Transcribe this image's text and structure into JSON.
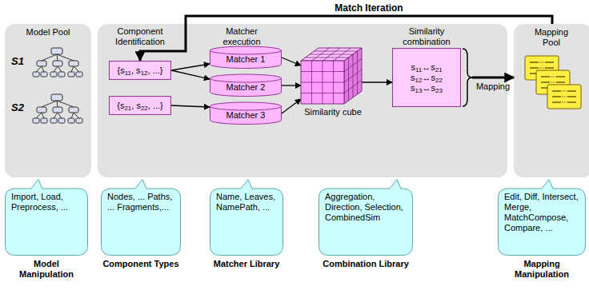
{
  "diagram": {
    "nodes": [
      {
        "text": [
          "Model Pool"
        ]
      },
      {
        "text": [
          "{s11, s12, ...}"
        ]
      },
      {
        "text": [
          "{s21, s22, ...}"
        ]
      },
      {
        "text": [
          "Matcher 1"
        ]
      },
      {
        "text": [
          "Matcher 2"
        ]
      },
      {
        "text": [
          "Matcher 3"
        ]
      },
      {
        "text": [
          "Similarity cube"
        ]
      },
      {
        "text": [
          "s11↔s21",
          "s12↔s22",
          "s13↔s23"
        ]
      },
      {
        "text": [
          "Mapping Pool"
        ]
      },
      {
        "text": [
          "Import, Load, Preprocess, ..."
        ]
      },
      {
        "text": [
          "Nodes, ... Paths, ... Fragments,..."
        ]
      },
      {
        "text": [
          "Name, Leaves, NamePath, ..."
        ]
      },
      {
        "text": [
          "Aggregation, Direction, Selection, CombinedSim"
        ]
      },
      {
        "text": [
          "Edit, Diff, Intersect, Merge, MatchCompose, Compare, ..."
        ]
      }
    ],
    "edges": [
      {
        "from": 1,
        "to": 3,
        "arrow": "to"
      },
      {
        "from": 1,
        "to": 4,
        "arrow": "to"
      },
      {
        "from": 2,
        "to": 5,
        "arrow": "to"
      },
      {
        "from": 3,
        "to": 6,
        "arrow": "to"
      },
      {
        "from": 4,
        "to": 6,
        "arrow": "to"
      },
      {
        "from": 5,
        "to": 6,
        "arrow": "to"
      },
      {
        "from": 6,
        "to": 7,
        "arrow": "to"
      },
      {
        "from": 7,
        "to": 8,
        "label": "Mapping",
        "arrow": "to"
      },
      {
        "from": 8,
        "to": 1,
        "label": "Match Iteration",
        "arrow": "to"
      }
    ],
    "labels": [
      "Component Identification",
      "Matcher execution",
      "Similarity combination",
      "S1",
      "S2",
      "Model Manipulation",
      "Component Types",
      "Matcher Library",
      "Combination Library",
      "Mapping Manipulation"
    ]
  }
}
